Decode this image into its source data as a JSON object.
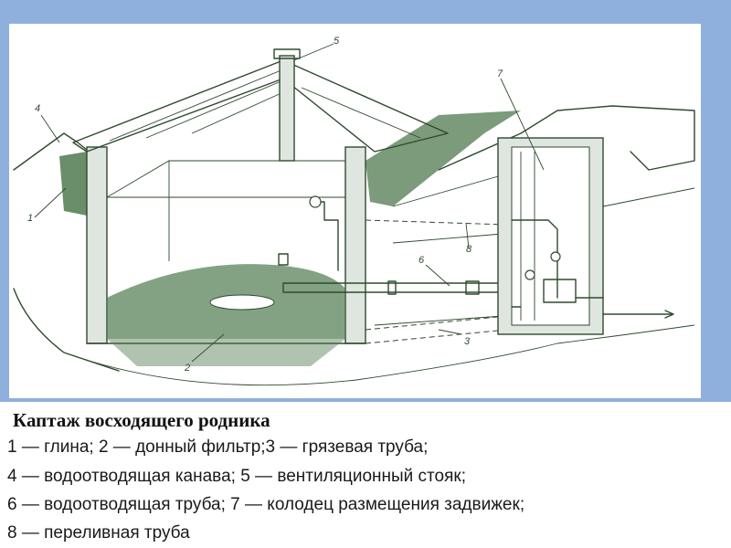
{
  "caption": {
    "title": "Каптаж восходящего родника",
    "lines": [
      "1 — глина; 2 — донный фильтр;3 — грязевая труба;",
      "4 — водоотводящая канава; 5 — вентиляционный стояк;",
      "6 — водоотводящая труба; 7 — колодец размещения задвижек;",
      "8 — переливная труба"
    ]
  },
  "callouts": [
    "1",
    "2",
    "3",
    "4",
    "5",
    "6",
    "7",
    "8"
  ],
  "colors": {
    "background": "#8fb0dc",
    "panel": "#ffffff",
    "ink": "#2f4a2f",
    "gravel": "#4f7a4f"
  }
}
